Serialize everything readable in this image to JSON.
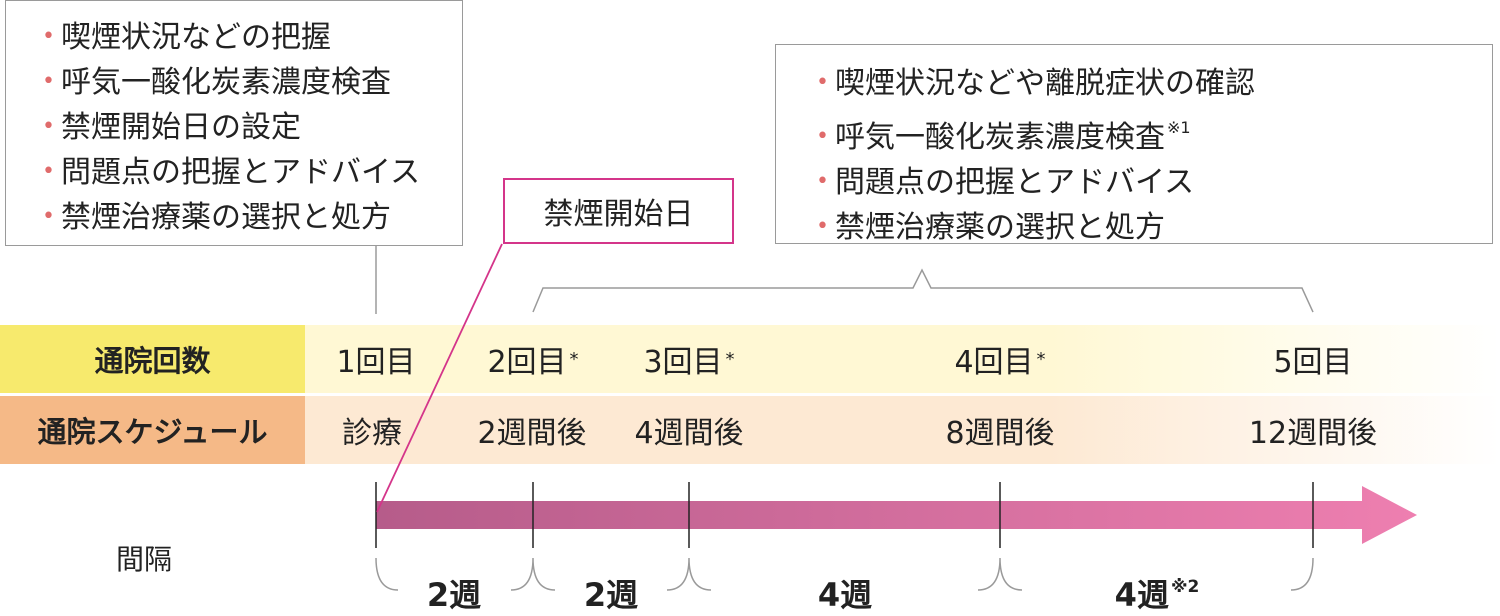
{
  "left_box": {
    "items": [
      "喫煙状況などの把握",
      "呼気一酸化炭素濃度検査",
      "禁煙開始日の設定",
      "問題点の把握とアドバイス",
      "禁煙治療薬の選択と処方"
    ]
  },
  "start_day": {
    "label": "禁煙開始日"
  },
  "right_box": {
    "items": [
      "喫煙状況などや離脱症状の確認",
      "呼気一酸化炭素濃度検査",
      "問題点の把握とアドバイス",
      "禁煙治療薬の選択と処方"
    ],
    "item2_note": "※1"
  },
  "rows": {
    "visits_label": "通院回数",
    "schedule_label": "通院スケジュール"
  },
  "visits": [
    {
      "count": "1回目",
      "mark": ""
    },
    {
      "count": "2回目",
      "mark": "*"
    },
    {
      "count": "3回目",
      "mark": "*"
    },
    {
      "count": "4回目",
      "mark": "*"
    },
    {
      "count": "5回目",
      "mark": ""
    }
  ],
  "schedule": [
    "診療",
    "2週間後",
    "4週間後",
    "8週間後",
    "12週間後"
  ],
  "interval": {
    "label": "間隔",
    "weeks": [
      "2週",
      "2週",
      "4週",
      "4週"
    ],
    "last_note": "※2"
  },
  "colors": {
    "visits_label_bg": "#f7ea6d",
    "schedule_label_bg": "#f5b987",
    "start_box_border": "#d4358a",
    "arrow_start": "#b65c8a",
    "arrow_end": "#ee7fb0",
    "bullet": "#e06b6b"
  }
}
